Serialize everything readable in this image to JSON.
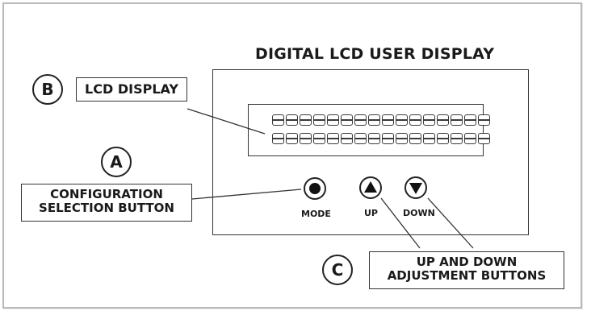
{
  "title": "DIGITAL LCD USER DISPLAY",
  "callouts": {
    "a": {
      "letter": "A",
      "label_line1": "CONFIGURATION",
      "label_line2": "SELECTION BUTTON"
    },
    "b": {
      "letter": "B",
      "label": "LCD DISPLAY"
    },
    "c": {
      "letter": "C",
      "label_line1": "UP AND DOWN",
      "label_line2": "ADJUSTMENT BUTTONS"
    }
  },
  "lcd": {
    "rows": 2,
    "characters_per_row": 16
  },
  "buttons": {
    "mode": {
      "label": "MODE",
      "icon": "filled-circle-icon"
    },
    "up": {
      "label": "UP",
      "icon": "up-triangle-icon"
    },
    "down": {
      "label": "DOWN",
      "icon": "down-triangle-icon"
    }
  },
  "colors": {
    "line": "#333333",
    "frame": "#b9b9b9",
    "background": "#ffffff"
  }
}
